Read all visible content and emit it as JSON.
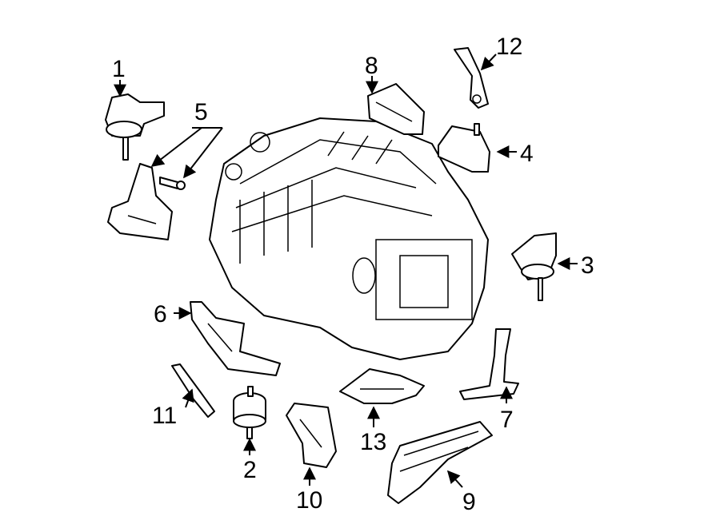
{
  "callouts": [
    {
      "id": 1,
      "text": "1"
    },
    {
      "id": 2,
      "text": "2"
    },
    {
      "id": 3,
      "text": "3"
    },
    {
      "id": 4,
      "text": "4"
    },
    {
      "id": 5,
      "text": "5"
    },
    {
      "id": 6,
      "text": "6"
    },
    {
      "id": 7,
      "text": "7"
    },
    {
      "id": 8,
      "text": "8"
    },
    {
      "id": 9,
      "text": "9"
    },
    {
      "id": 10,
      "text": "10"
    },
    {
      "id": 11,
      "text": "11"
    },
    {
      "id": 12,
      "text": "12"
    },
    {
      "id": 13,
      "text": "13"
    }
  ]
}
